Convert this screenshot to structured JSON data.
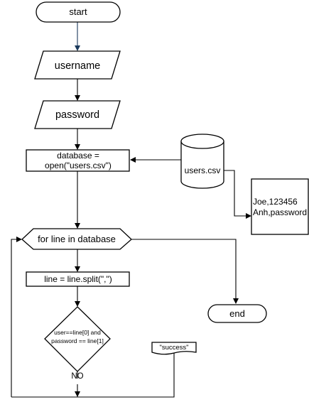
{
  "nodes": {
    "start": "start",
    "username": "username",
    "password": "password",
    "database": [
      "database =",
      "open(\"users.csv\")"
    ],
    "users_csv": "users.csv",
    "csv_contents": [
      "Joe,123456",
      "Anh,password"
    ],
    "loop": "for line in database",
    "split": "line = line.split(\",\")",
    "condition": [
      "user==line[0] and",
      "password == line[1]"
    ],
    "success": "\"success\"",
    "end": "end"
  },
  "edges": {
    "no_label": "NO"
  }
}
